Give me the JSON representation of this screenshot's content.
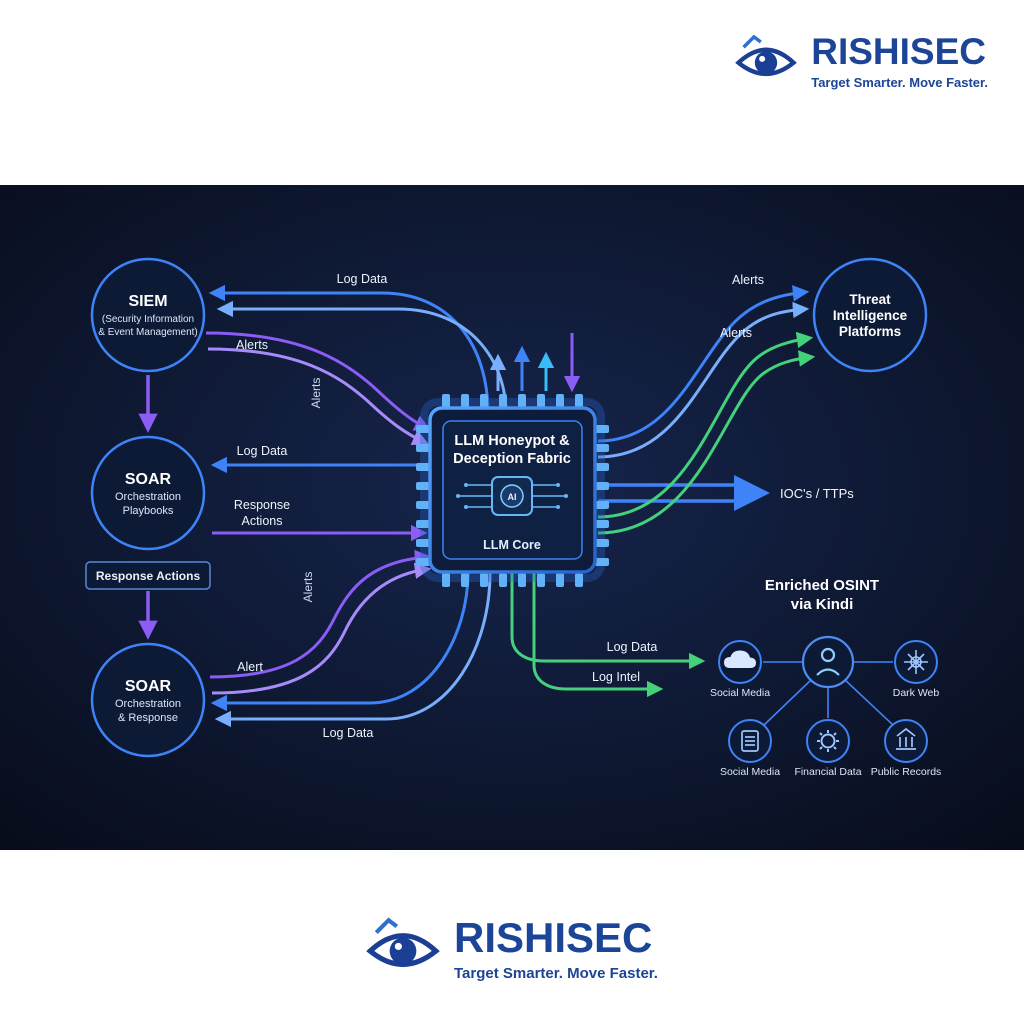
{
  "logo": {
    "name": "RISHISEC",
    "tagline": "Target Smarter. Move Faster."
  },
  "nodes": {
    "siem": {
      "title": "SIEM",
      "sub1": "(Security Information",
      "sub2": "& Event Management)"
    },
    "soar_playbooks": {
      "title": "SOAR",
      "sub1": "Orchestration",
      "sub2": "Playbooks"
    },
    "response_box": {
      "label": "Response Actions"
    },
    "soar_response": {
      "title": "SOAR",
      "sub1": "Orchestration",
      "sub2": "& Response"
    },
    "chip": {
      "title1": "LLM Honeypot &",
      "title2": "Deception Fabric",
      "ai": "AI",
      "core": "LLM Core"
    },
    "threat_intel": {
      "line1": "Threat",
      "line2": "Intelligence",
      "line3": "Platforms"
    },
    "osint": {
      "heading1": "Enriched OSINT",
      "heading2": "via Kindi",
      "items": [
        {
          "label": "Social Media"
        },
        {
          "label": "Dark Web"
        },
        {
          "label": "Social Media"
        },
        {
          "label": "Financial Data"
        },
        {
          "label": "Public Records"
        }
      ]
    }
  },
  "labels": {
    "log_data_top": "Log Data",
    "alerts_siem": "Alerts",
    "alerts_vertical_top": "Alerts",
    "log_data_mid": "Log Data",
    "response_actions_1": "Response",
    "response_actions_2": "Actions",
    "alerts_vertical_bottom": "Alerts",
    "alert_bottom": "Alert",
    "log_data_bottom": "Log Data",
    "alerts_threat_blue": "Alerts",
    "alerts_threat_green": "Alerts",
    "ioc_ttps": "IOC's / TTPs",
    "log_data_osint": "Log Data",
    "log_intel_osint": "Log Intel"
  },
  "colors": {
    "background_dark": "#0d1730",
    "blue": "#3f83f8",
    "cyan": "#38bdf8",
    "purple": "#8b5cf6",
    "green": "#43d17c",
    "brand_navy": "#1c4497"
  }
}
